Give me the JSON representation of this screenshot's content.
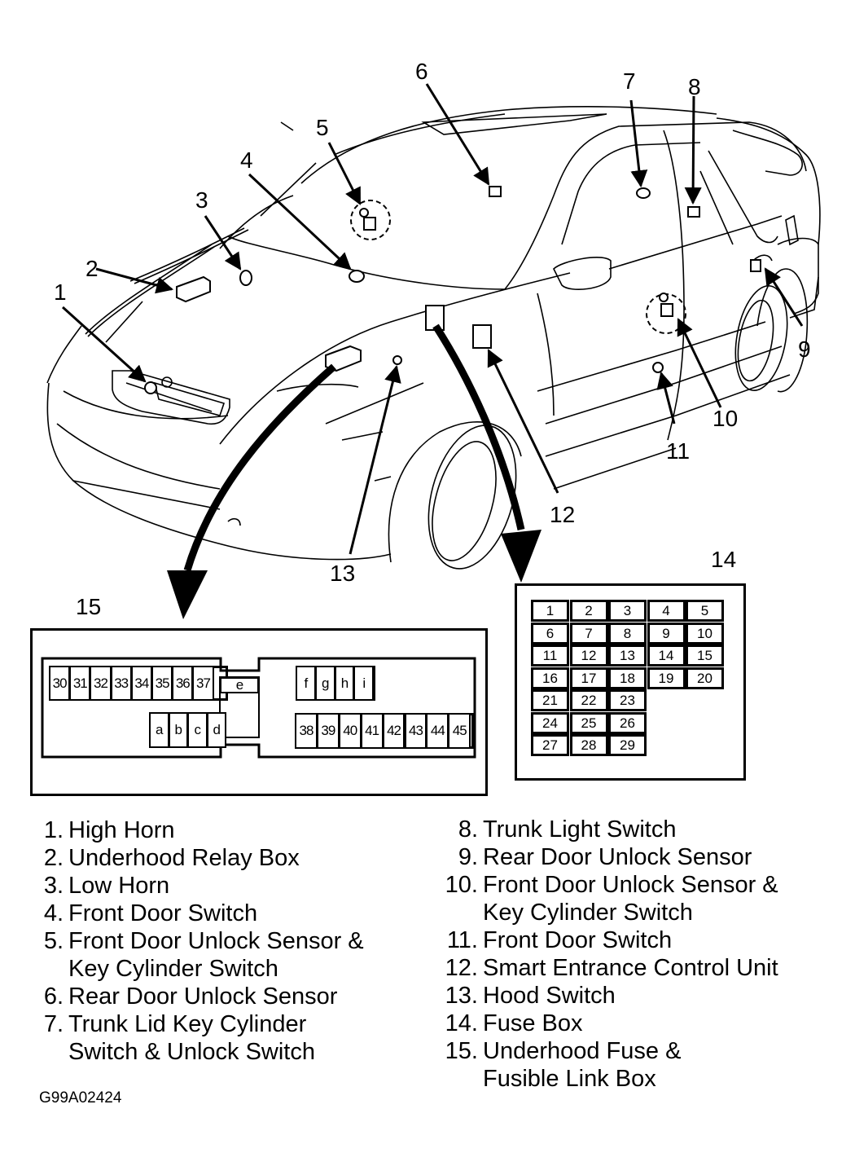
{
  "figure": {
    "title": "Smart Entrance Control System Component Locations",
    "figure_id": "G99A02424",
    "callouts": [
      "1",
      "2",
      "3",
      "4",
      "5",
      "6",
      "7",
      "8",
      "9",
      "10",
      "11",
      "12",
      "13"
    ],
    "line_color": "#000000",
    "background_color": "#ffffff"
  },
  "fuse_box_14": {
    "label": "14",
    "rows": [
      [
        "1",
        "2",
        "3",
        "4",
        "5"
      ],
      [
        "6",
        "7",
        "8",
        "9",
        "10"
      ],
      [
        "11",
        "12",
        "13",
        "14",
        "15"
      ],
      [
        "16",
        "17",
        "18",
        "19",
        "20"
      ],
      [
        "21",
        "22",
        "23"
      ],
      [
        "24",
        "25",
        "26"
      ],
      [
        "27",
        "28",
        "29"
      ]
    ]
  },
  "fuse_box_15": {
    "label": "15",
    "top_left_row": [
      "30",
      "31",
      "32",
      "33",
      "34",
      "35",
      "36",
      "37"
    ],
    "bottom_left_row": [
      "a",
      "b",
      "c",
      "d"
    ],
    "center": "e",
    "top_right_row": [
      "f",
      "g",
      "h",
      "i"
    ],
    "bottom_right_row": [
      "38",
      "39",
      "40",
      "41",
      "42",
      "43",
      "44",
      "45"
    ]
  },
  "legend": {
    "left": [
      {
        "num": "1.",
        "text": "High Horn"
      },
      {
        "num": "2.",
        "text": "Underhood Relay Box"
      },
      {
        "num": "3.",
        "text": "Low Horn"
      },
      {
        "num": "4.",
        "text": "Front Door Switch"
      },
      {
        "num": "5.",
        "text": "Front Door Unlock Sensor &\nKey Cylinder Switch"
      },
      {
        "num": "6.",
        "text": "Rear Door Unlock Sensor"
      },
      {
        "num": "7.",
        "text": "Trunk Lid Key Cylinder\nSwitch & Unlock Switch"
      }
    ],
    "right": [
      {
        "num": "8.",
        "text": "Trunk Light Switch"
      },
      {
        "num": "9.",
        "text": "Rear Door Unlock  Sensor"
      },
      {
        "num": "10.",
        "text": "Front Door Unlock Sensor &\nKey Cylinder Switch"
      },
      {
        "num": "11.",
        "text": "Front Door Switch"
      },
      {
        "num": "12.",
        "text": "Smart Entrance Control Unit"
      },
      {
        "num": "13.",
        "text": "Hood Switch"
      },
      {
        "num": "14.",
        "text": "Fuse Box"
      },
      {
        "num": "15.",
        "text": "Underhood Fuse &\nFusible Link Box"
      }
    ]
  }
}
